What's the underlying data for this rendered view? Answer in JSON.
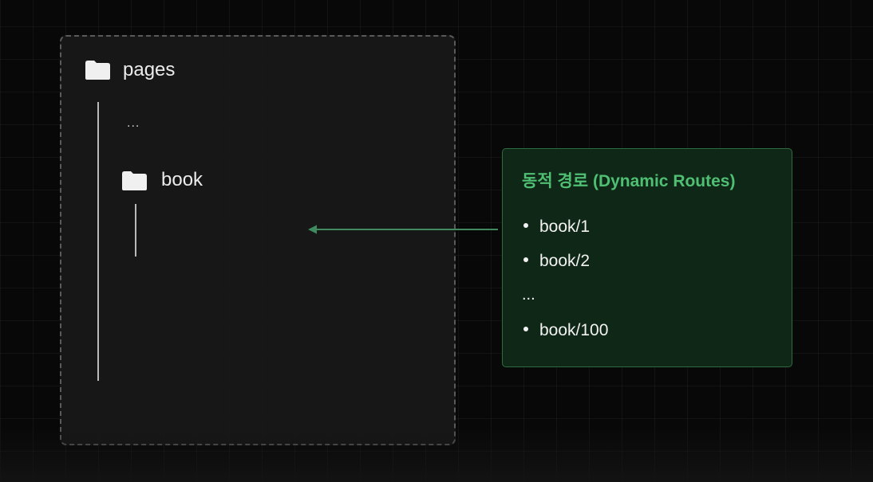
{
  "tree": {
    "root_folder": {
      "label": "pages",
      "icon": "folder-icon"
    },
    "ellipsis": "...",
    "child_folder": {
      "label": "book",
      "icon": "folder-icon"
    }
  },
  "routes": {
    "title": "동적 경로 (Dynamic Routes)",
    "items": [
      "book/1",
      "book/2"
    ],
    "ellipsis": "...",
    "last_item": "book/100"
  },
  "colors": {
    "background": "#080808",
    "panel": "#181818",
    "accent_green": "#4fbf73",
    "arrow": "#3f8a5e",
    "card_bg": "#0f2716",
    "card_border": "#2f6b40"
  }
}
